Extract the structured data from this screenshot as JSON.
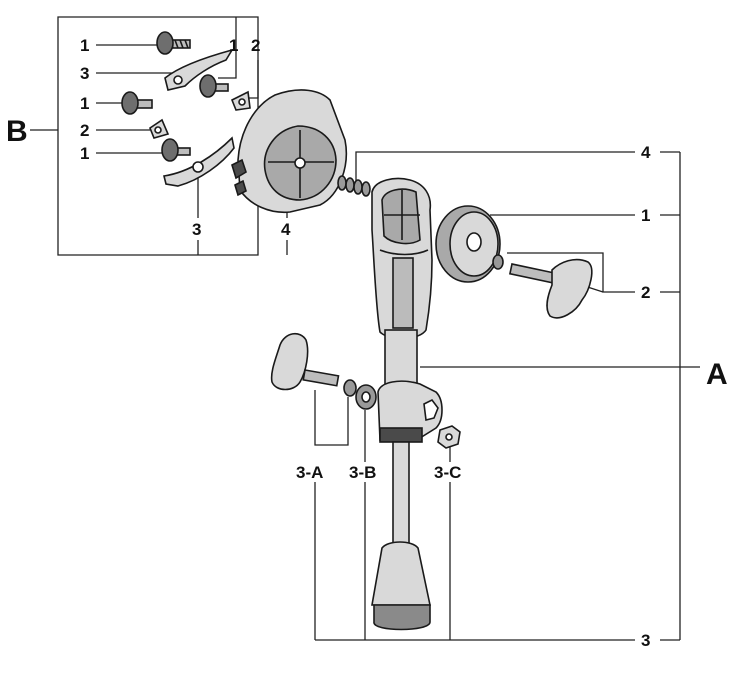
{
  "callouts": {
    "B": "B",
    "A": "A",
    "b_1_top": "1",
    "b_3_top": "3",
    "b_1_mid": "1",
    "b_2_mid": "2",
    "b_1_low": "1",
    "b_1_right": "1",
    "b_2_right": "2",
    "b_3_bottom": "3",
    "b_4_bottom": "4",
    "r_4": "4",
    "r_1": "1",
    "r_2": "2",
    "r_3": "3",
    "l_3A": "3-A",
    "l_3B": "3-B",
    "l_3C": "3-C"
  }
}
